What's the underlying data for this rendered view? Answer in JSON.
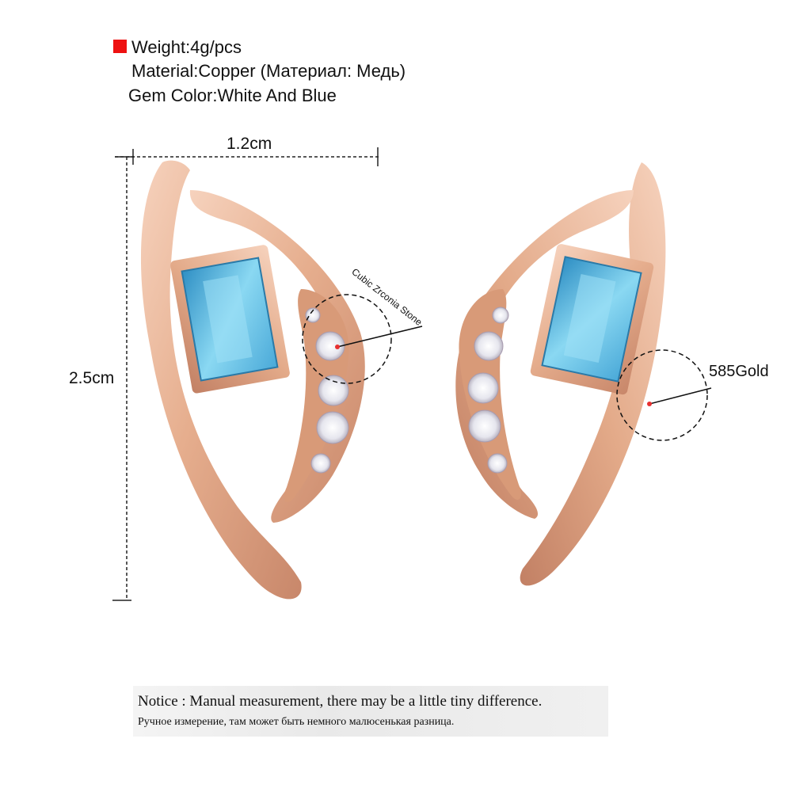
{
  "specs": {
    "weight": "Weight:4g/pcs",
    "material": "Material:Copper (Материал: Медь)",
    "gem_color": "Gem Color:White And Blue",
    "bullet_color": "#ee1111"
  },
  "dimensions": {
    "width": "1.2cm",
    "height": "2.5cm"
  },
  "callouts": {
    "stone": "Cubic Zrconia Stone",
    "metal": "585Gold"
  },
  "notice": {
    "english": "Notice : Manual measurement, there may be a little tiny difference.",
    "russian": "Ручное измерение, там может быть немного малюсенькая разница."
  },
  "colors": {
    "gold": "#e8b394",
    "gold_dark": "#c98a66",
    "gem_blue": "#6cc7e8"
  }
}
